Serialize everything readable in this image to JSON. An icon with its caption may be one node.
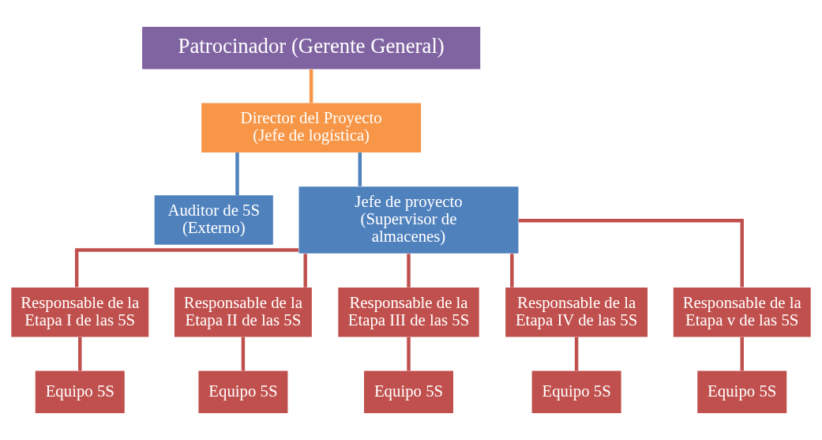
{
  "diagram": {
    "nodes": [
      {
        "text": [
          "Patrocinador (Gerente General)"
        ]
      },
      {
        "text": [
          "Director del Proyecto (Jefe de logística)"
        ]
      },
      {
        "text": [
          "Auditor de 5S (Externo)"
        ]
      },
      {
        "text": [
          "Jefe de proyecto (Supervisor de almacenes)"
        ]
      },
      {
        "text": [
          "Responsable de la Etapa I de las 5S"
        ]
      },
      {
        "text": [
          "Responsable de la Etapa II de las 5S"
        ]
      },
      {
        "text": [
          "Responsable de la Etapa III de las 5S"
        ]
      },
      {
        "text": [
          "Responsable de la Etapa IV de las 5S"
        ]
      },
      {
        "text": [
          "Responsable de la Etapa v de las 5S"
        ]
      },
      {
        "text": [
          "Equipo 5S"
        ]
      },
      {
        "text": [
          "Equipo 5S"
        ]
      },
      {
        "text": [
          "Equipo 5S"
        ]
      },
      {
        "text": [
          "Equipo 5S"
        ]
      },
      {
        "text": [
          "Equipo 5S"
        ]
      }
    ],
    "edges": [
      {
        "from": 0,
        "to": 1,
        "arrow": "none",
        "color": "#f79646"
      },
      {
        "from": 1,
        "to": 2,
        "arrow": "none",
        "color": "#4f81bd"
      },
      {
        "from": 1,
        "to": 3,
        "arrow": "none",
        "color": "#4f81bd"
      },
      {
        "from": 3,
        "to": 4,
        "arrow": "none"
      },
      {
        "from": 3,
        "to": 5,
        "arrow": "none"
      },
      {
        "from": 3,
        "to": 6,
        "arrow": "none"
      },
      {
        "from": 3,
        "to": 7,
        "arrow": "none"
      },
      {
        "from": 3,
        "to": 8,
        "arrow": "none"
      },
      {
        "from": 4,
        "to": 9,
        "arrow": "none"
      },
      {
        "from": 5,
        "to": 10,
        "arrow": "none"
      },
      {
        "from": 6,
        "to": 11,
        "arrow": "none"
      },
      {
        "from": 7,
        "to": 12,
        "arrow": "none"
      },
      {
        "from": 8,
        "to": 13,
        "arrow": "none"
      }
    ]
  }
}
